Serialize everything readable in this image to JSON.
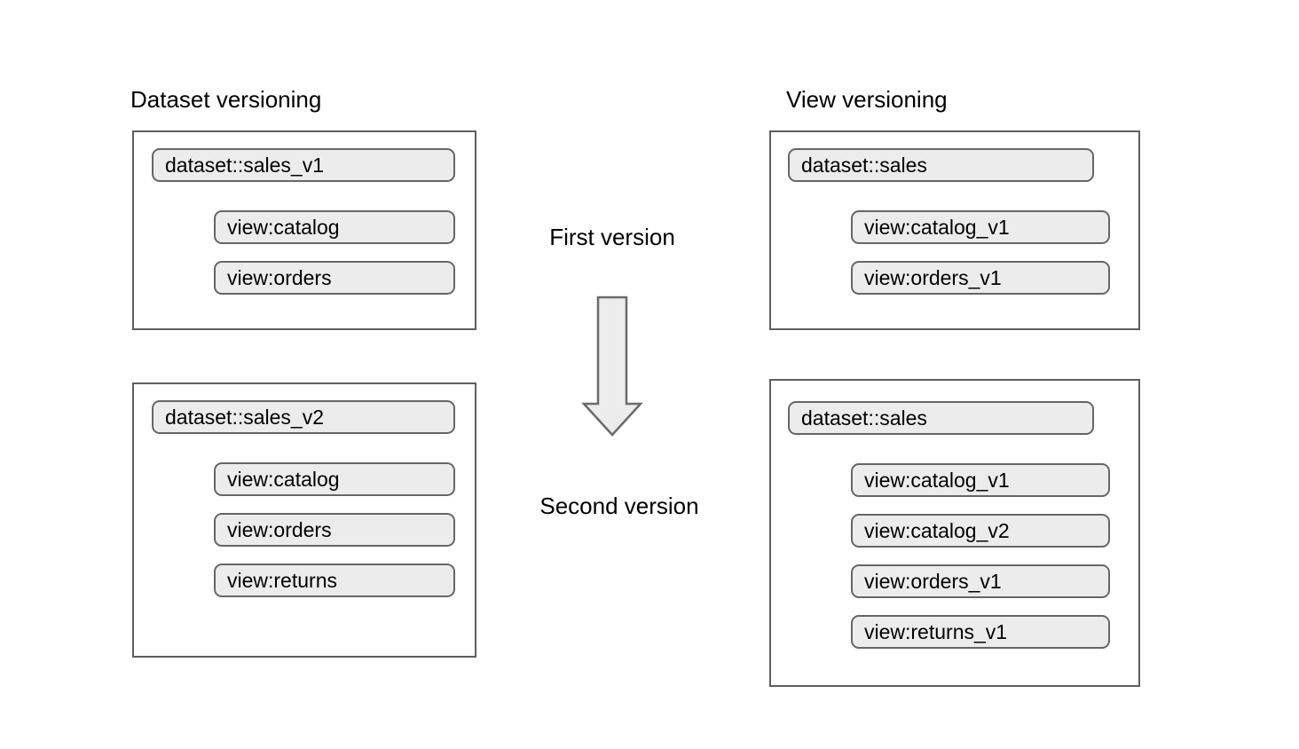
{
  "diagram": {
    "title_left": "Dataset versioning",
    "title_right": "View versioning",
    "center_labels": {
      "first": "First version",
      "second": "Second version"
    },
    "arrow": {
      "name": "down-arrow-icon",
      "direction": "down",
      "fill": "#ececec",
      "stroke": "#6b6b6b"
    },
    "colors": {
      "pill_fill": "#ececec",
      "pill_border": "#666666",
      "box_border": "#5e5e5e",
      "background": "#ffffff",
      "text": "#000000"
    },
    "columns": [
      {
        "key": "dataset_versioning",
        "title": "Dataset versioning",
        "groups": [
          {
            "key": "dataset-versioning-v1",
            "version_label": "First version",
            "dataset": "dataset::sales_v1",
            "views": [
              "view:catalog",
              "view:orders"
            ]
          },
          {
            "key": "dataset-versioning-v2",
            "version_label": "Second version",
            "dataset": "dataset::sales_v2",
            "views": [
              "view:catalog",
              "view:orders",
              "view:returns"
            ]
          }
        ]
      },
      {
        "key": "view_versioning",
        "title": "View versioning",
        "groups": [
          {
            "key": "view-versioning-v1",
            "version_label": "First version",
            "dataset": "dataset::sales",
            "views": [
              "view:catalog_v1",
              "view:orders_v1"
            ]
          },
          {
            "key": "view-versioning-v2",
            "version_label": "Second version",
            "dataset": "dataset::sales",
            "views": [
              "view:catalog_v1",
              "view:catalog_v2",
              "view:orders_v1",
              "view:returns_v1"
            ]
          }
        ]
      }
    ]
  }
}
